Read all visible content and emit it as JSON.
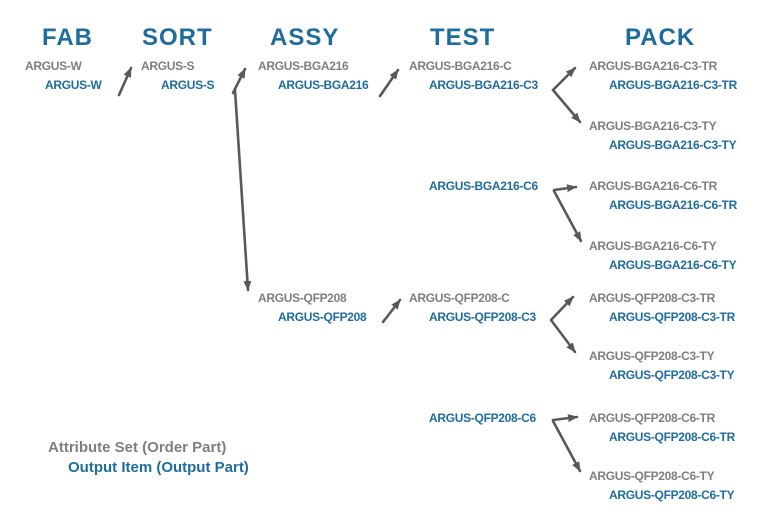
{
  "colors": {
    "stage_header_blue": "#1e6d9e",
    "attribute_set_gray": "#7f7f7f",
    "output_item_blue": "#1e6d9e",
    "arrow_gray": "#595959",
    "background": "#ffffff"
  },
  "stages": [
    {
      "id": "fab",
      "label": "FAB"
    },
    {
      "id": "sort",
      "label": "SORT"
    },
    {
      "id": "assy",
      "label": "ASSY"
    },
    {
      "id": "test",
      "label": "TEST"
    },
    {
      "id": "pack",
      "label": "PACK"
    }
  ],
  "nodes": [
    {
      "id": "fab-argus-w",
      "stage": "FAB",
      "attribute_set": "ARGUS-W",
      "output_item": "ARGUS-W"
    },
    {
      "id": "sort-argus-s",
      "stage": "SORT",
      "attribute_set": "ARGUS-S",
      "output_item": "ARGUS-S"
    },
    {
      "id": "assy-bga216",
      "stage": "ASSY",
      "attribute_set": "ARGUS-BGA216",
      "output_item": "ARGUS-BGA216"
    },
    {
      "id": "test-bga216-c3",
      "stage": "TEST",
      "attribute_set": "ARGUS-BGA216-C",
      "output_item": "ARGUS-BGA216-C3"
    },
    {
      "id": "pack-bga216-c3-tr",
      "stage": "PACK",
      "attribute_set": "ARGUS-BGA216-C3-TR",
      "output_item": "ARGUS-BGA216-C3-TR"
    },
    {
      "id": "pack-bga216-c3-ty",
      "stage": "PACK",
      "attribute_set": "ARGUS-BGA216-C3-TY",
      "output_item": "ARGUS-BGA216-C3-TY"
    },
    {
      "id": "test-bga216-c6",
      "stage": "TEST",
      "attribute_set": "",
      "output_item": "ARGUS-BGA216-C6"
    },
    {
      "id": "pack-bga216-c6-tr",
      "stage": "PACK",
      "attribute_set": "ARGUS-BGA216-C6-TR",
      "output_item": "ARGUS-BGA216-C6-TR"
    },
    {
      "id": "pack-bga216-c6-ty",
      "stage": "PACK",
      "attribute_set": "ARGUS-BGA216-C6-TY",
      "output_item": "ARGUS-BGA216-C6-TY"
    },
    {
      "id": "assy-qfp208",
      "stage": "ASSY",
      "attribute_set": "ARGUS-QFP208",
      "output_item": "ARGUS-QFP208"
    },
    {
      "id": "test-qfp208-c3",
      "stage": "TEST",
      "attribute_set": "ARGUS-QFP208-C",
      "output_item": "ARGUS-QFP208-C3"
    },
    {
      "id": "pack-qfp208-c3-tr",
      "stage": "PACK",
      "attribute_set": "ARGUS-QFP208-C3-TR",
      "output_item": "ARGUS-QFP208-C3-TR"
    },
    {
      "id": "pack-qfp208-c3-ty",
      "stage": "PACK",
      "attribute_set": "ARGUS-QFP208-C3-TY",
      "output_item": "ARGUS-QFP208-C3-TY"
    },
    {
      "id": "test-qfp208-c6",
      "stage": "TEST",
      "attribute_set": "",
      "output_item": "ARGUS-QFP208-C6"
    },
    {
      "id": "pack-qfp208-c6-tr",
      "stage": "PACK",
      "attribute_set": "ARGUS-QFP208-C6-TR",
      "output_item": "ARGUS-QFP208-C6-TR"
    },
    {
      "id": "pack-qfp208-c6-ty",
      "stage": "PACK",
      "attribute_set": "ARGUS-QFP208-C6-TY",
      "output_item": "ARGUS-QFP208-C6-TY"
    }
  ],
  "edges": [
    {
      "from": "fab-argus-w",
      "to": "sort-argus-s"
    },
    {
      "from": "sort-argus-s",
      "to": "assy-bga216"
    },
    {
      "from": "sort-argus-s",
      "to": "assy-qfp208"
    },
    {
      "from": "assy-bga216",
      "to": "test-bga216-c3"
    },
    {
      "from": "test-bga216-c3",
      "to": "pack-bga216-c3-tr"
    },
    {
      "from": "test-bga216-c3",
      "to": "pack-bga216-c3-ty"
    },
    {
      "from": "test-bga216-c6",
      "to": "pack-bga216-c6-tr"
    },
    {
      "from": "test-bga216-c6",
      "to": "pack-bga216-c6-ty"
    },
    {
      "from": "assy-qfp208",
      "to": "test-qfp208-c3"
    },
    {
      "from": "test-qfp208-c3",
      "to": "pack-qfp208-c3-tr"
    },
    {
      "from": "test-qfp208-c3",
      "to": "pack-qfp208-c3-ty"
    },
    {
      "from": "test-qfp208-c6",
      "to": "pack-qfp208-c6-tr"
    },
    {
      "from": "test-qfp208-c6",
      "to": "pack-qfp208-c6-ty"
    }
  ],
  "legend": {
    "attribute_set_label": "Attribute Set (Order Part)",
    "output_item_label": "Output Item (Output Part)"
  }
}
